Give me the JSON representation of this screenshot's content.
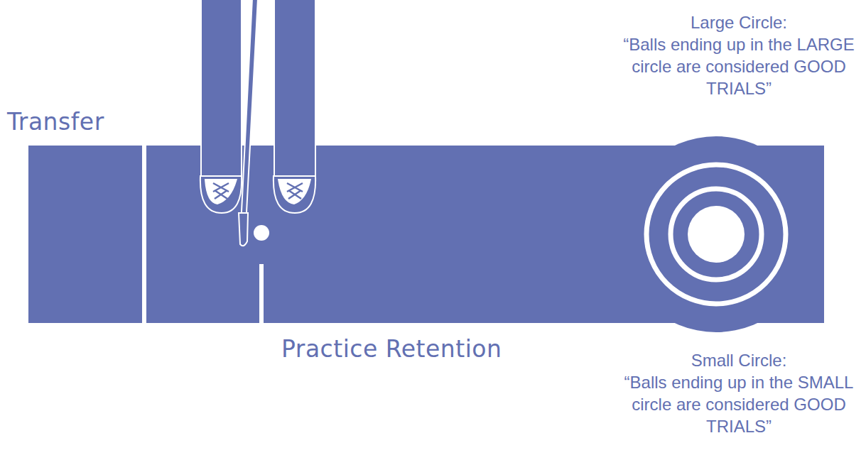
{
  "diagram": {
    "labels": [
      "Large Circle:",
      "“Balls ending up in the LARGE circle are considered GOOD TRIALS”",
      "Transfer",
      "Practice Retention",
      "Small Circle:",
      "“Balls ending up in the SMALL circle are considered GOOD TRIALS”"
    ]
  }
}
